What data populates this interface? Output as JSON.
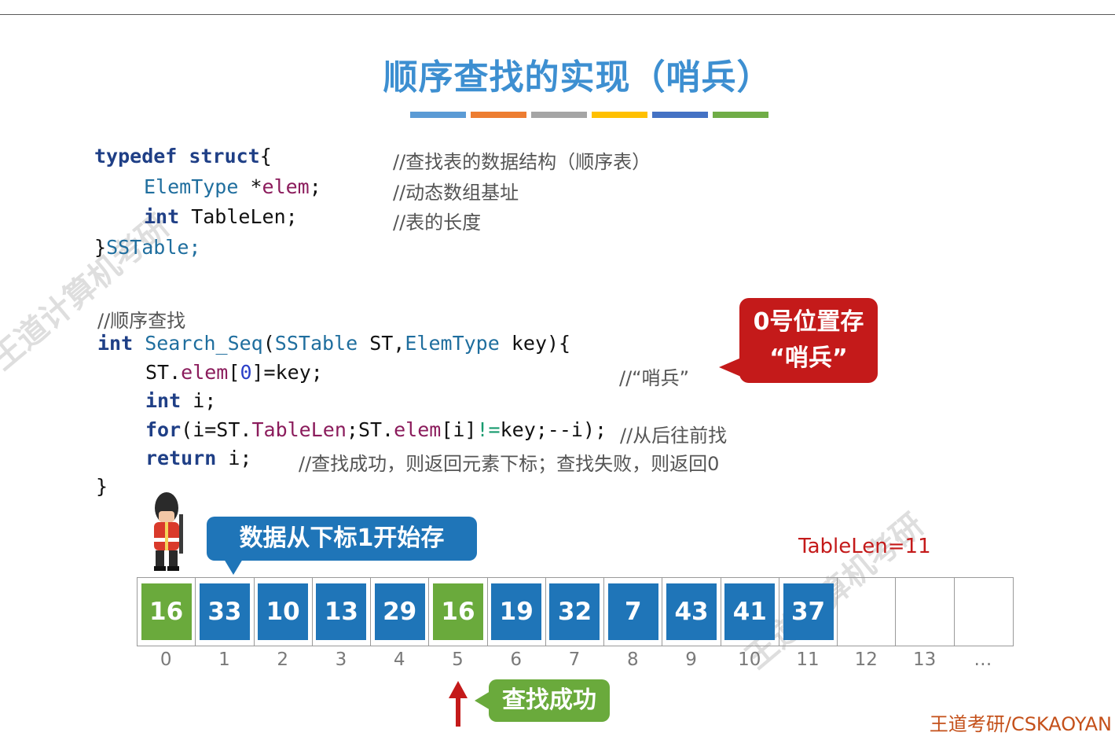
{
  "slide": {
    "title": "顺序查找的实现（哨兵）",
    "title_bar_colors": [
      "#5b9bd5",
      "#ed7d31",
      "#a5a5a5",
      "#ffc000",
      "#4472c4",
      "#70ad47"
    ]
  },
  "code_struct": {
    "l1_kw1": "typedef",
    "l1_kw2": "struct",
    "l1_brace": "{",
    "l1_comment": "//查找表的数据结构（顺序表）",
    "l2_type": "ElemType",
    "l2_rest": " *",
    "l2_field": "elem",
    "l2_semi": ";",
    "l2_comment": "//动态数组基址",
    "l3_kw": "int",
    "l3_rest": " TableLen;",
    "l3_comment": "//表的长度",
    "l4_brace": "}",
    "l4_rest": "SSTable;"
  },
  "code_func": {
    "comment_title": "//顺序查找",
    "sig_kw": "int",
    "sig_name": " Search_Seq",
    "sig_p1": "(",
    "sig_type1": "SSTable",
    "sig_p2": " ST,",
    "sig_type2": "ElemType",
    "sig_p3": " key){",
    "l1_a": "ST.",
    "l1_field": "elem",
    "l1_b": "[",
    "l1_zero": "0",
    "l1_c": "]=key;",
    "l1_comment": "//“哨兵”",
    "l2_kw": "int",
    "l2_rest": " i;",
    "l3_kw": "for",
    "l3_a": "(i=ST.",
    "l3_field1": "TableLen",
    "l3_b": ";ST.",
    "l3_field2": "elem",
    "l3_c": "[i]",
    "l3_neq": "!=",
    "l3_d": "key;--i);",
    "l3_comment": "//从后往前找",
    "l4_kw": "return",
    "l4_rest": " i;",
    "l4_comment": "//查找成功，则返回元素下标；查找失败，则返回0",
    "close": "}"
  },
  "callouts": {
    "sentinel_line1": "0号位置存",
    "sentinel_line2": "“哨兵”",
    "start_index": "数据从下标1开始存",
    "found": "查找成功",
    "tablelen": "TableLen=11"
  },
  "array": {
    "cells": [
      {
        "value": "16",
        "color": "#6aaa3c"
      },
      {
        "value": "33",
        "color": "#1f75b8"
      },
      {
        "value": "10",
        "color": "#1f75b8"
      },
      {
        "value": "13",
        "color": "#1f75b8"
      },
      {
        "value": "29",
        "color": "#1f75b8"
      },
      {
        "value": "16",
        "color": "#6aaa3c"
      },
      {
        "value": "19",
        "color": "#1f75b8"
      },
      {
        "value": "32",
        "color": "#1f75b8"
      },
      {
        "value": "7",
        "color": "#1f75b8"
      },
      {
        "value": "43",
        "color": "#1f75b8"
      },
      {
        "value": "41",
        "color": "#1f75b8"
      },
      {
        "value": "37",
        "color": "#1f75b8"
      },
      {
        "value": "",
        "color": ""
      },
      {
        "value": "",
        "color": ""
      },
      {
        "value": "",
        "color": ""
      }
    ],
    "indices": [
      "0",
      "1",
      "2",
      "3",
      "4",
      "5",
      "6",
      "7",
      "8",
      "9",
      "10",
      "11",
      "12",
      "13",
      "…"
    ],
    "found_index": 5
  },
  "watermarks": {
    "left": "王道计算机考研",
    "right": "王道计算机考研"
  },
  "footer": "王道考研/CSKAOYAN"
}
